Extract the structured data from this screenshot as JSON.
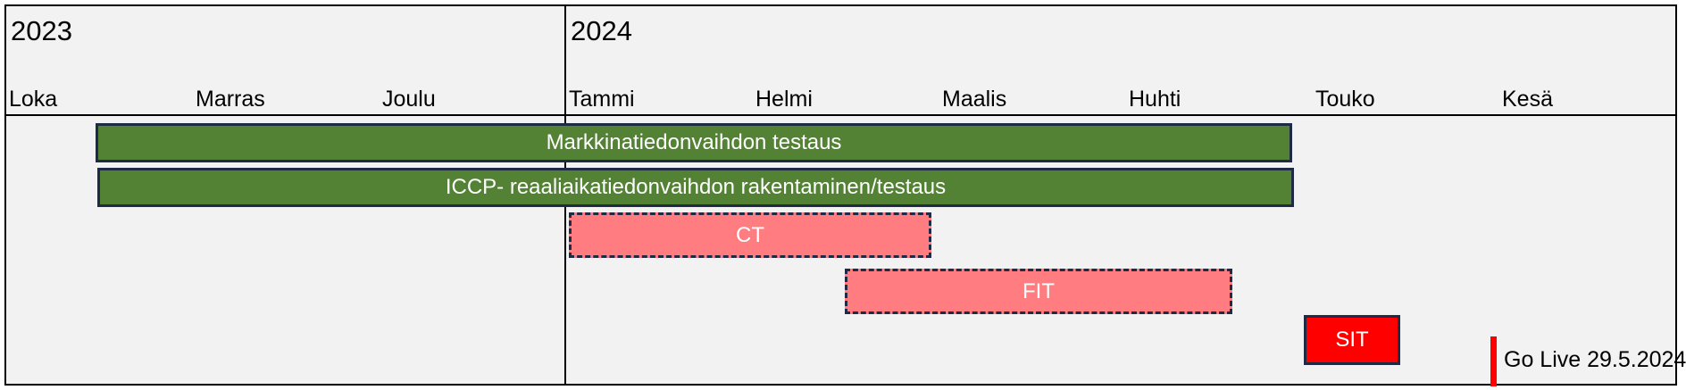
{
  "timeline": {
    "years": [
      "2023",
      "2024"
    ],
    "months": [
      "Loka",
      "Marras",
      "Joulu",
      "Tammi",
      "Helmi",
      "Maalis",
      "Huhti",
      "Touko",
      "Kesä"
    ]
  },
  "tasks": [
    {
      "label": "Markkinatiedonvaihdon testaus",
      "color": "#548235"
    },
    {
      "label": "ICCP- reaaliaikatiedonvaihdon rakentaminen/testaus",
      "color": "#548235"
    },
    {
      "label": "CT",
      "color": "#ff7c80"
    },
    {
      "label": "FIT",
      "color": "#ff7c80"
    },
    {
      "label": "SIT",
      "color": "#ff0000"
    }
  ],
  "milestone": {
    "label": "Go Live 29.5.2024",
    "color": "#ff0000"
  }
}
